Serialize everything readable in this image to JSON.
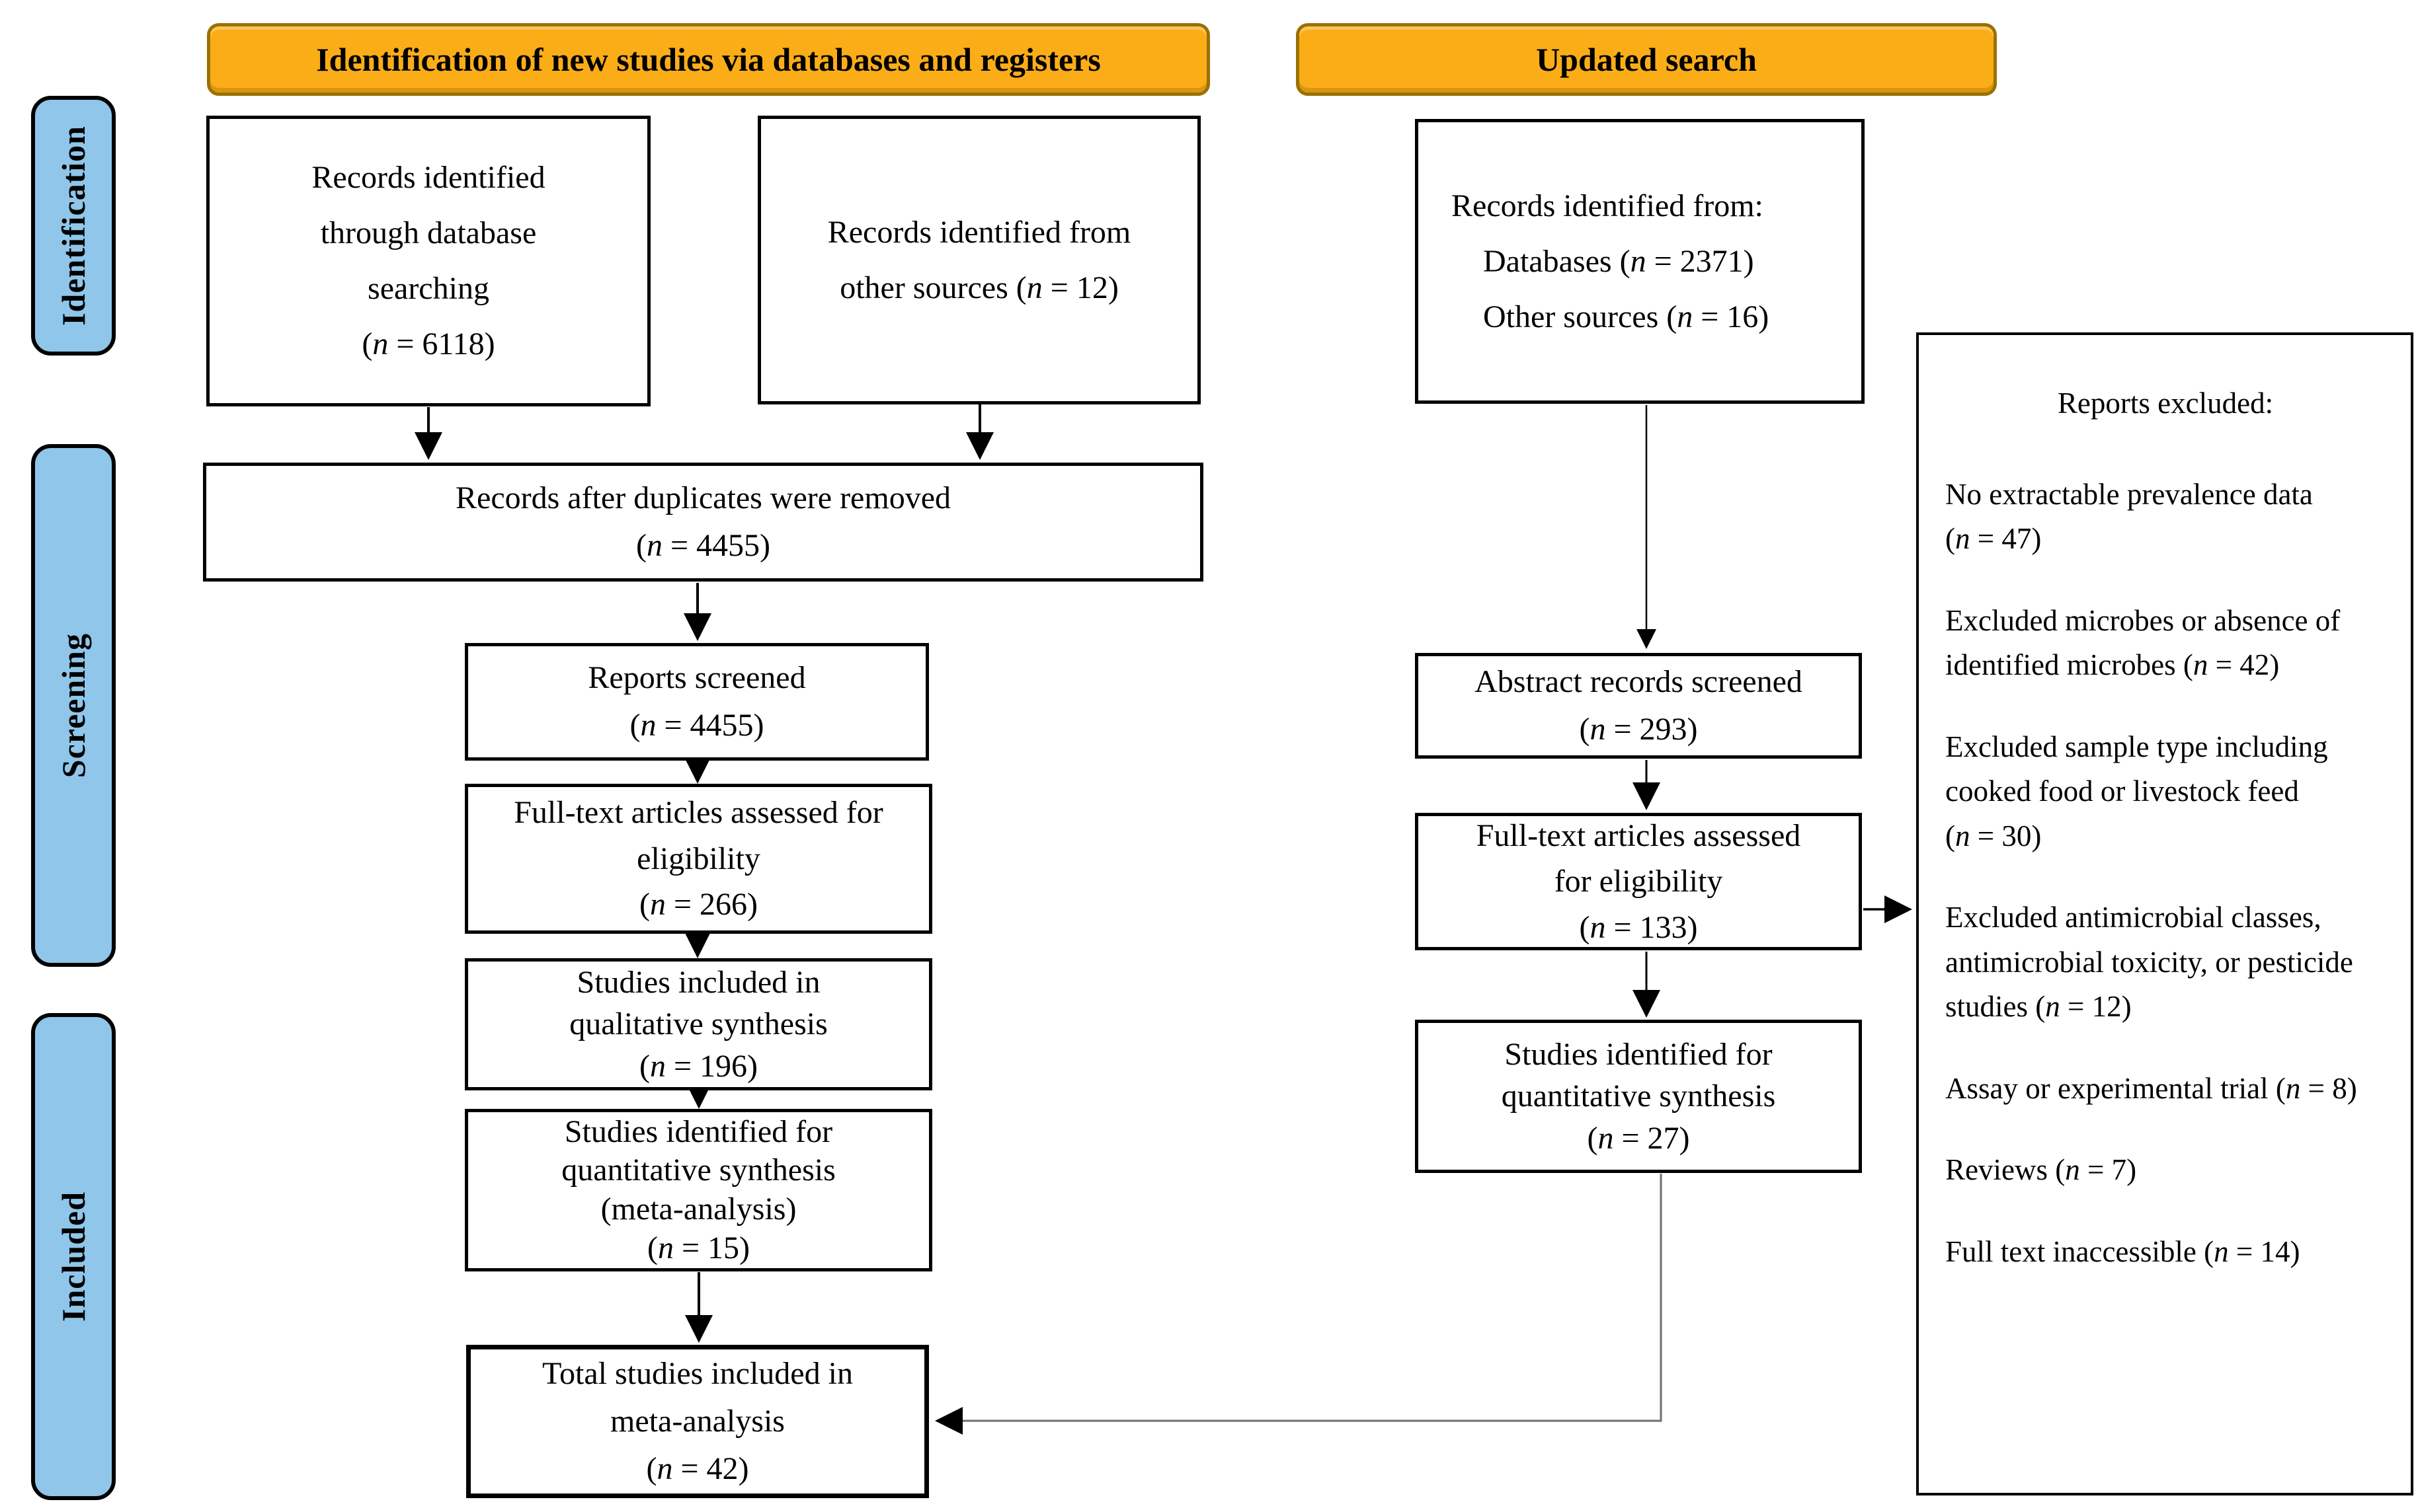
{
  "banners": {
    "new_studies": "Identification of new studies via databases and registers",
    "updated_search": "Updated search"
  },
  "sidebar": {
    "identification": "Identification",
    "screening": "Screening",
    "included": "Included"
  },
  "boxes": {
    "db_search": {
      "label": "Records identified through database searching",
      "n": "6118"
    },
    "other_sources": {
      "label": "Records identified from other sources",
      "n": "12"
    },
    "duplicates_removed": {
      "label": "Records after duplicates were removed",
      "n": "4455"
    },
    "reports_screened": {
      "label": "Reports screened",
      "n": "4455"
    },
    "fulltext_eligibility": {
      "label": "Full-text articles assessed for eligibility",
      "n": "266"
    },
    "qualitative_synthesis": {
      "label": "Studies included in qualitative synthesis",
      "n": "196"
    },
    "quantitative_meta": {
      "label": "Studies identified for quantitative synthesis (meta-analysis)",
      "n": "15"
    },
    "total_meta": {
      "label": "Total studies included in meta-analysis",
      "n": "42"
    },
    "updated_records": {
      "intro": "Records identified from:",
      "lines": [
        {
          "label": "Databases",
          "n": "2371"
        },
        {
          "label": "Other sources",
          "n": "16"
        }
      ]
    },
    "abstract_screened": {
      "label": "Abstract records screened",
      "n": "293"
    },
    "fulltext_eligibility_updated": {
      "label": "Full-text articles assessed for eligibility",
      "n": "133"
    },
    "quantitative_updated": {
      "label": "Studies identified for quantitative synthesis",
      "n": "27"
    }
  },
  "excluded": {
    "title": "Reports excluded:",
    "items": [
      {
        "label": "No extractable prevalence data",
        "n": "47"
      },
      {
        "label": "Excluded microbes or absence of identified microbes",
        "n": "42"
      },
      {
        "label": "Excluded sample type including cooked food or livestock feed",
        "n": "30"
      },
      {
        "label": "Excluded antimicrobial classes, antimicrobial toxicity, or pesticide studies",
        "n": "12"
      },
      {
        "label": "Assay or experimental trial",
        "n": "8"
      },
      {
        "label": "Reviews",
        "n": "7"
      },
      {
        "label": "Full text inaccessible",
        "n": "14"
      }
    ]
  },
  "colors": {
    "banner_fill": "#FBAD18",
    "banner_border": "#9A7100",
    "sidebar_fill": "#8FC6E9",
    "box_border": "#000000",
    "connector_gray": "#6F6F6F"
  }
}
